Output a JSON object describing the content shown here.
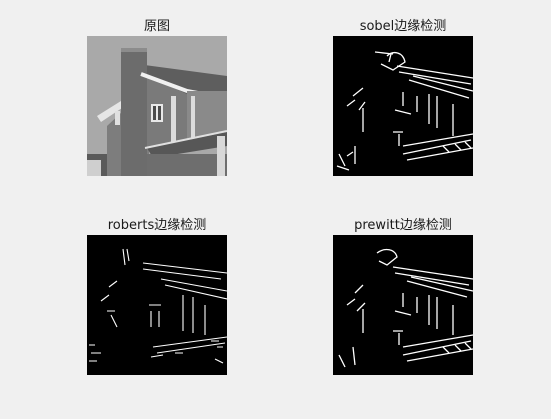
{
  "figure": {
    "background": "#f0f0f0",
    "panels": [
      {
        "title": "原图",
        "content": "grayscale-house-photo"
      },
      {
        "title": "sobel边缘检测",
        "content": "edge-map-sobel"
      },
      {
        "title": "roberts边缘检测",
        "content": "edge-map-roberts"
      },
      {
        "title": "prewitt边缘检测",
        "content": "edge-map-prewitt"
      }
    ]
  }
}
